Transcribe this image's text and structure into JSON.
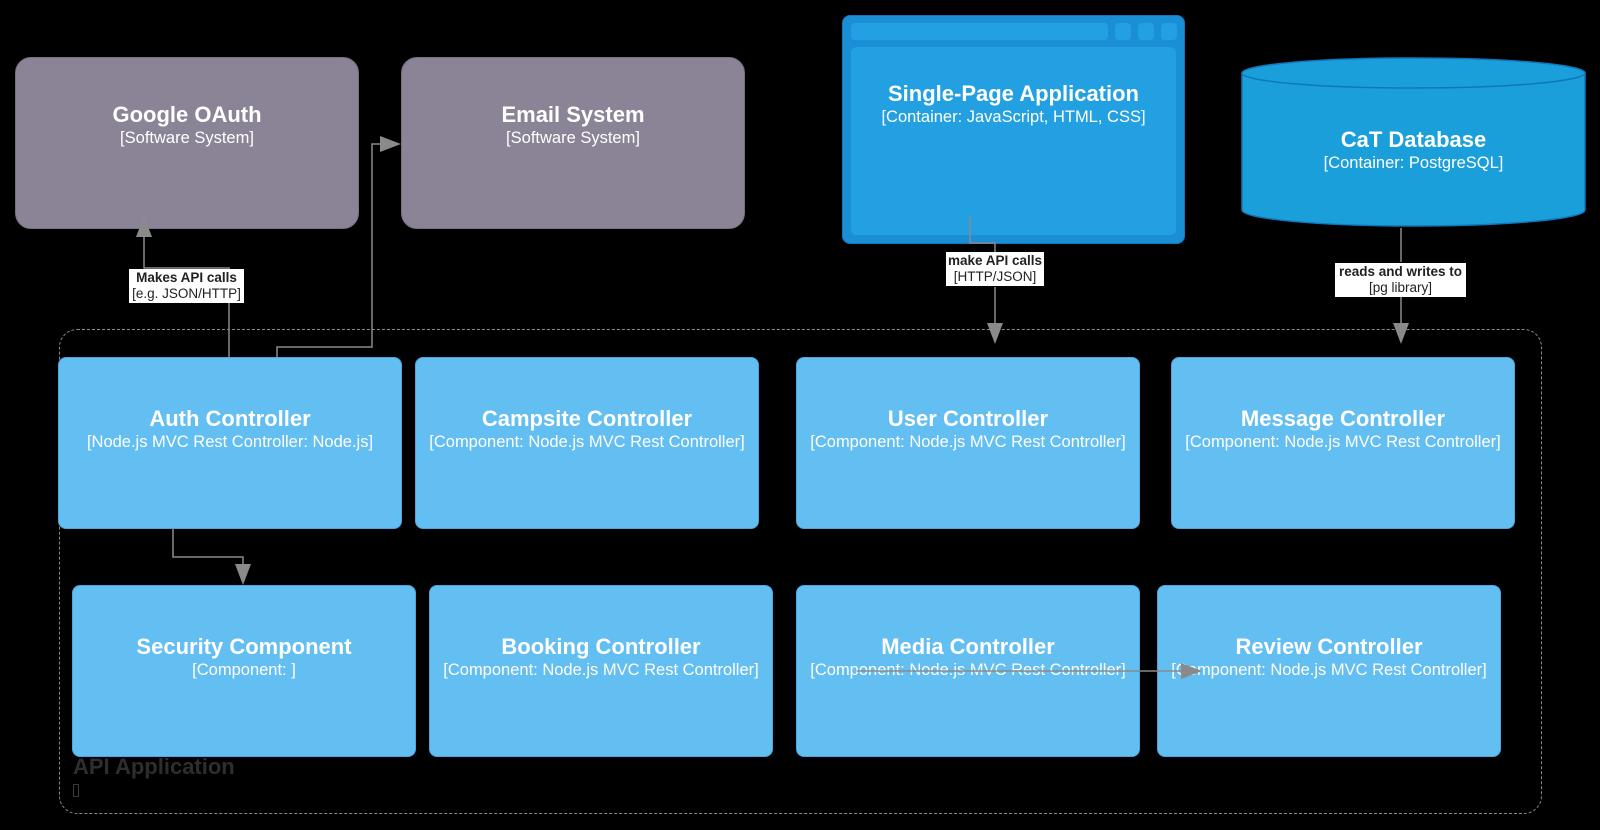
{
  "colors": {
    "background": "#000000",
    "external_system": "#8b8496",
    "container": "#1a8fd6",
    "component": "#63bef2",
    "boundary_line": "#8a8a8a",
    "arrow": "#8a8a8a"
  },
  "external_systems": {
    "google_oauth": {
      "name": "Google OAuth",
      "type": "[Software System]"
    },
    "email_system": {
      "name": "Email System",
      "type": "[Software System]"
    }
  },
  "containers": {
    "spa": {
      "name": "Single-Page Application",
      "type": "[Container: JavaScript, HTML, CSS]",
      "shape": "web-browser"
    },
    "database": {
      "name": "CaT Database",
      "type": "[Container: PostgreSQL]",
      "shape": "database-cylinder"
    }
  },
  "boundary": {
    "title": "API Application",
    "marker": "▯"
  },
  "components": {
    "auth": {
      "name": "Auth Controller",
      "type": "[Node.js MVC Rest Controller: Node.js]"
    },
    "campsite": {
      "name": "Campsite Controller",
      "type": "[Component: Node.js MVC Rest Controller]"
    },
    "user": {
      "name": "User Controller",
      "type": "[Component: Node.js MVC Rest Controller]"
    },
    "message": {
      "name": "Message Controller",
      "type": "[Component: Node.js MVC Rest Controller]"
    },
    "security": {
      "name": "Security Component",
      "type": "[Component: ]"
    },
    "booking": {
      "name": "Booking Controller",
      "type": "[Component: Node.js MVC Rest Controller]"
    },
    "media": {
      "name": "Media Controller",
      "type": "[Component: Node.js MVC Rest Controller]"
    },
    "review": {
      "name": "Review Controller",
      "type": "[Component: Node.js MVC Rest Controller]"
    }
  },
  "relationships": {
    "auth_to_oauth": {
      "label": "Makes API calls",
      "technology": "[e.g. JSON/HTTP]"
    },
    "spa_to_api": {
      "label": "make API calls",
      "technology": "[HTTP/JSON]"
    },
    "api_to_db": {
      "label": "reads and writes to",
      "technology": "[pg library]"
    }
  }
}
